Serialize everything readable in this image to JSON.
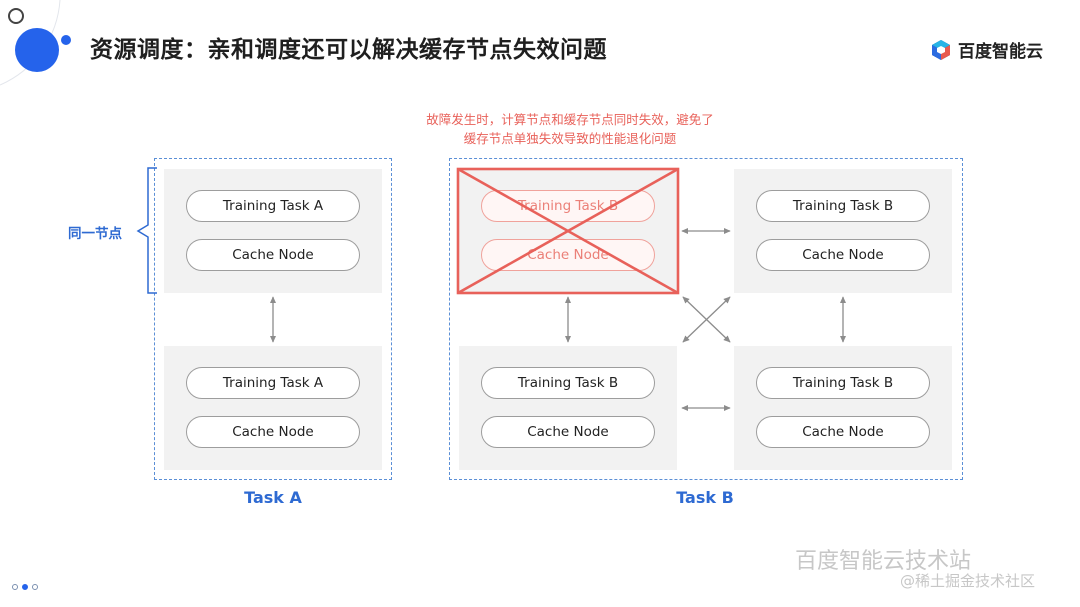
{
  "slide": {
    "title": "资源调度：亲和调度还可以解决缓存节点失效问题",
    "brand": "百度智能云",
    "annotation_line1": "故障发生时，计算节点和缓存节点同时失效，避免了",
    "annotation_line2": "缓存节点单独失效导致的性能退化问题",
    "same_node_label": "同一节点"
  },
  "groups": {
    "a": {
      "label": "Task A",
      "nodes": [
        {
          "task": "Training Task A",
          "cache": "Cache Node"
        },
        {
          "task": "Training Task A",
          "cache": "Cache Node"
        }
      ]
    },
    "b": {
      "label": "Task B",
      "nodes": [
        {
          "task": "Training Task B",
          "cache": "Cache Node",
          "status": "failed"
        },
        {
          "task": "Training Task B",
          "cache": "Cache Node"
        },
        {
          "task": "Training Task B",
          "cache": "Cache Node"
        },
        {
          "task": "Training Task B",
          "cache": "Cache Node"
        }
      ]
    }
  },
  "footer": {
    "watermark_main": "百度智能云技术站",
    "watermark_sub": "@稀土掘金技术社区"
  },
  "colors": {
    "accent_blue": "#2e6ad2",
    "failure_red": "#e8615a",
    "dashed_border": "#5b8fd6"
  }
}
